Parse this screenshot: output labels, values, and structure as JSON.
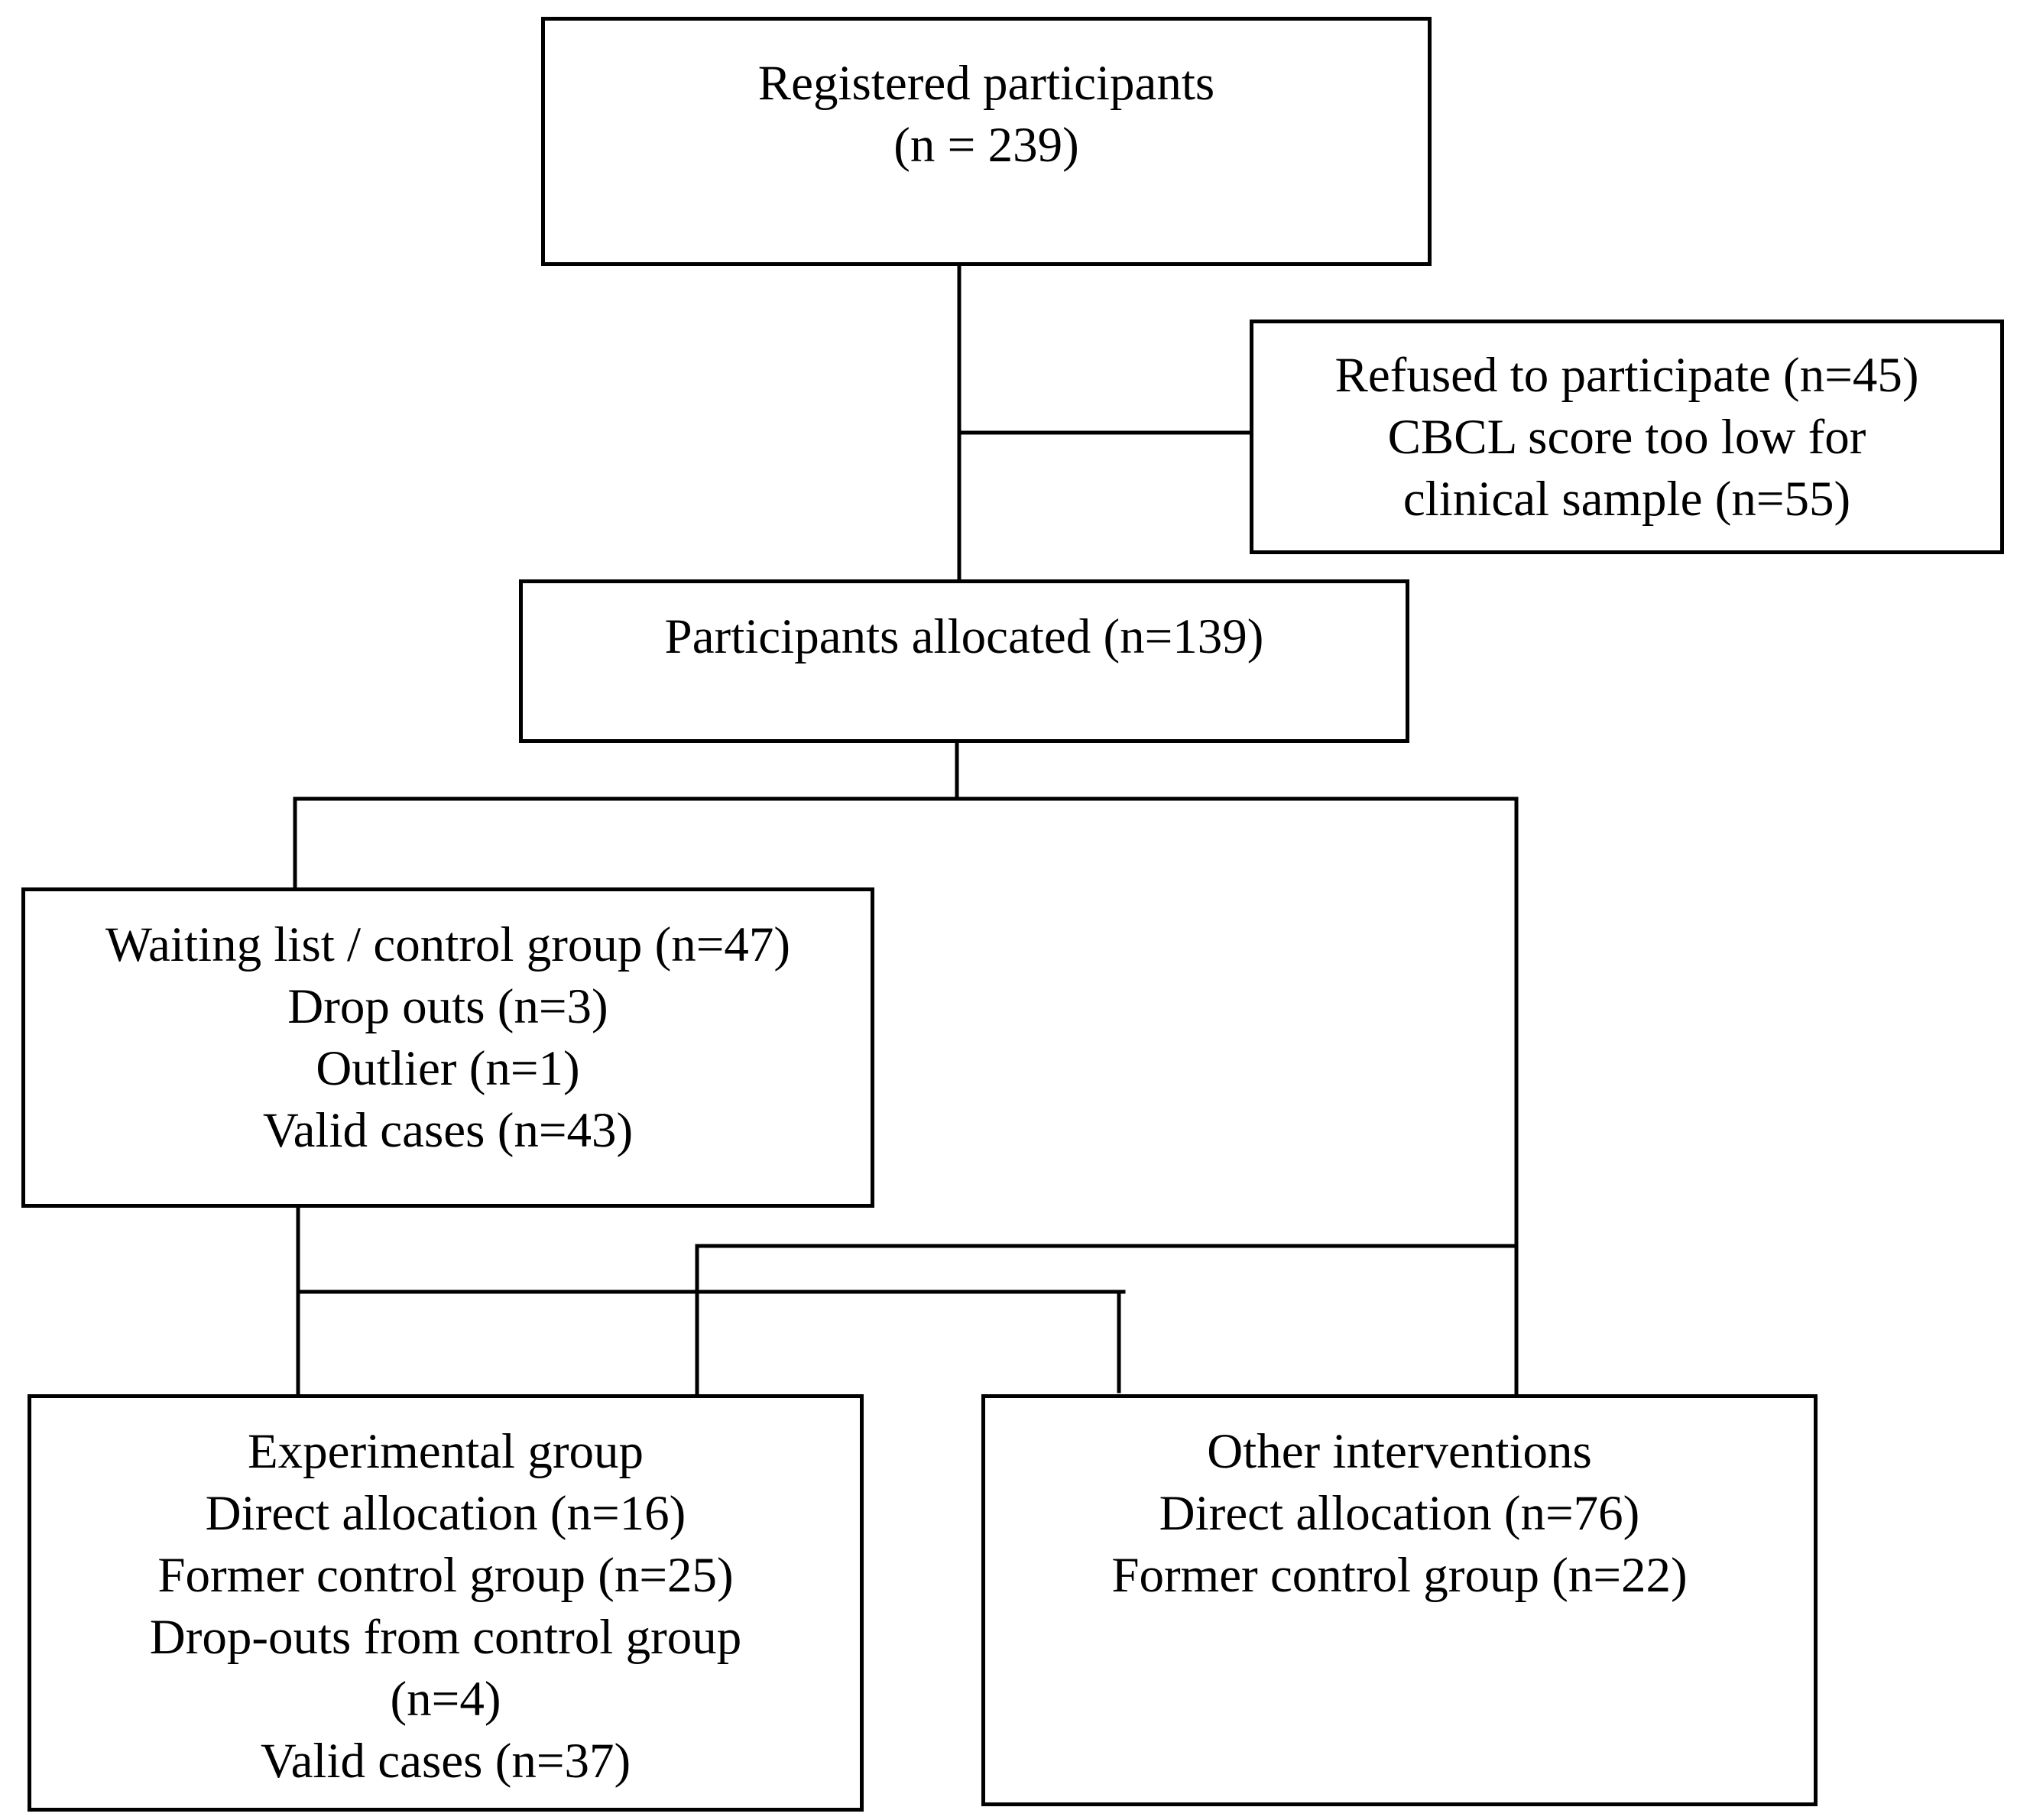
{
  "boxes": {
    "registered": {
      "lines": [
        "Registered participants",
        "(n = 239)"
      ]
    },
    "excluded": {
      "lines": [
        "Refused to participate (n=45)",
        "CBCL score too low for",
        "clinical sample (n=55)"
      ]
    },
    "allocated": {
      "lines": [
        "Participants allocated (n=139)"
      ]
    },
    "waiting": {
      "lines": [
        "Waiting list / control group (n=47)",
        "Drop outs (n=3)",
        "Outlier (n=1)",
        "Valid cases (n=43)"
      ]
    },
    "experimental": {
      "lines": [
        "Experimental group",
        "Direct allocation (n=16)",
        "Former control group (n=25)",
        "Drop-outs from control group",
        "(n=4)",
        "Valid cases (n=37)"
      ]
    },
    "other": {
      "lines": [
        "Other interventions",
        "Direct allocation (n=76)",
        "Former control group (n=22)"
      ]
    }
  },
  "colors": {
    "line": "#000000",
    "background": "#ffffff",
    "text": "#000000"
  }
}
